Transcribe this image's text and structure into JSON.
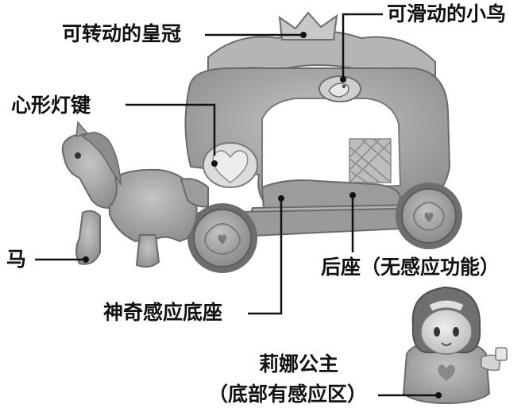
{
  "labels": {
    "rotating_crown": "可转动的皇冠",
    "sliding_bird": "可滑动的小鸟",
    "heart_light_key": "心形灯键",
    "horse": "马",
    "back_seat": "后座（无感应功能）",
    "magic_sensor_base": "神奇感应底座",
    "figure_name": "莉娜公主",
    "figure_sensor_note": "（底部有感应区）"
  },
  "colors": {
    "background": "#ffffff",
    "text": "#111111",
    "leader_line": "#111111",
    "toy_body": "#a7a7a7",
    "toy_shadow": "#7d7d7d",
    "toy_highlight": "#d2d2d2",
    "wheel": "#8f8f8f",
    "figure_skin": "#d9d9d9",
    "figure_hair": "#6c6c6c"
  },
  "icons": {
    "illustration": "toy-carriage-illustration",
    "figure": "princess-figure-illustration"
  }
}
